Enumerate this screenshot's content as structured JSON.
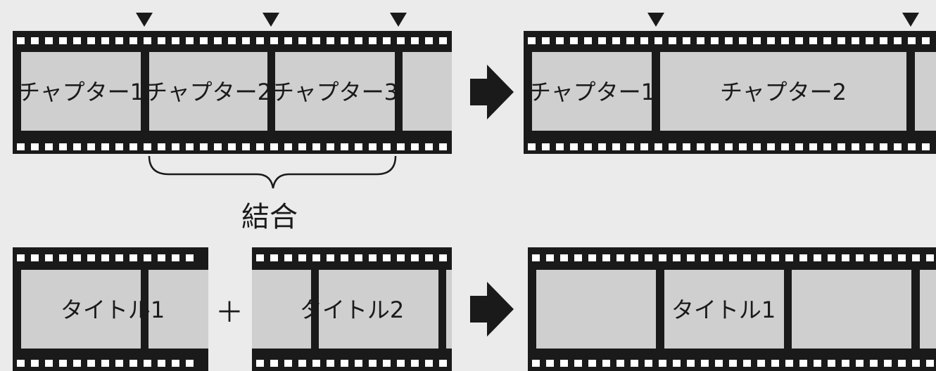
{
  "top_left": {
    "chapters": [
      "チャプター1",
      "チャプター2",
      "チャプター3"
    ]
  },
  "merge_label": "結合",
  "top_right": {
    "chapters": [
      "チャプター1",
      "チャプター2"
    ]
  },
  "bottom_left": {
    "title_a": "タイトル1",
    "plus": "＋",
    "title_b": "タイトル2"
  },
  "bottom_right": {
    "title": "タイトル1"
  },
  "colors": {
    "background": "#ebebeb",
    "film": "#1a1a1a",
    "frame": "#cfcfcf",
    "hole": "#ffffff"
  },
  "icons": [
    "chapter-marker-icon",
    "arrow-right-icon",
    "brace-icon"
  ]
}
